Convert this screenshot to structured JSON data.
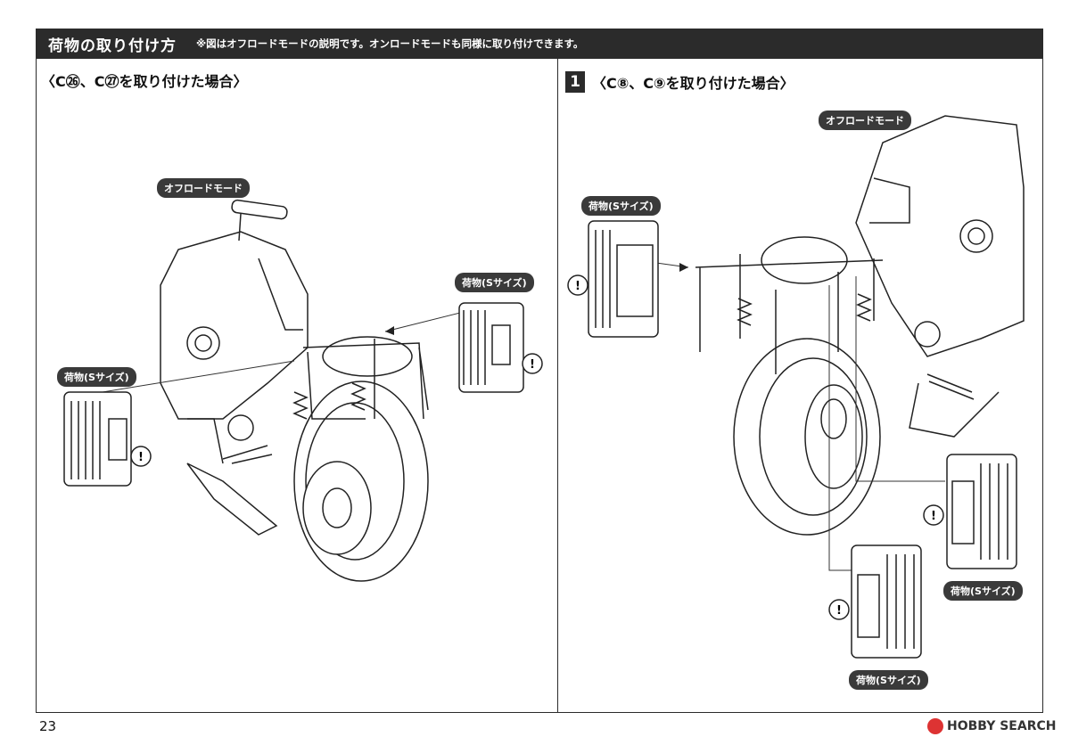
{
  "header": {
    "title": "荷物の取り付け方",
    "note": "※図はオフロードモードの説明です。オンロードモードも同様に取り付けできます。"
  },
  "left_section": {
    "title": "〈C㉖、C㉗を取り付けた場合〉",
    "labels": {
      "mode": "オフロードモード",
      "cargo_right": "荷物(Sサイズ)",
      "cargo_left": "荷物(Sサイズ)"
    }
  },
  "right_section": {
    "step": "1",
    "title": "〈C⑧、C⑨を取り付けた場合〉",
    "labels": {
      "mode": "オフロードモード",
      "cargo_top": "荷物(Sサイズ)",
      "cargo_right": "荷物(Sサイズ)",
      "cargo_bottom": "荷物(Sサイズ)"
    }
  },
  "footer": {
    "page_number": "23",
    "watermark": "HOBBY SEARCH"
  }
}
